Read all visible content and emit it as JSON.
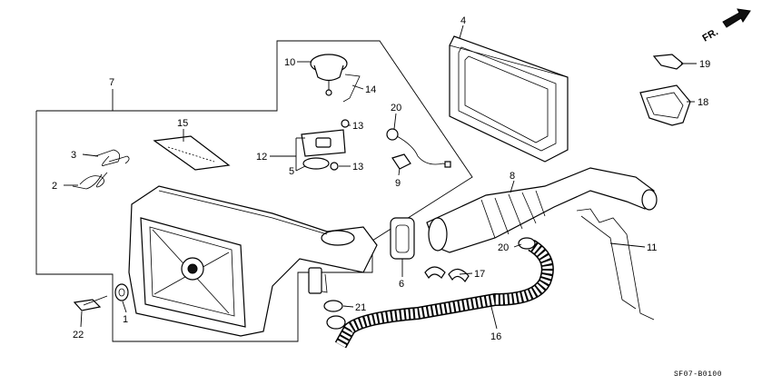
{
  "diagram": {
    "code": "SF07-B0100",
    "orientation_label": "FR.",
    "callouts": [
      "1",
      "2",
      "3",
      "4",
      "5",
      "6",
      "7",
      "8",
      "9",
      "10",
      "11",
      "12",
      "13",
      "13",
      "14",
      "15",
      "16",
      "17",
      "18",
      "19",
      "20",
      "20",
      "21",
      "22"
    ]
  }
}
